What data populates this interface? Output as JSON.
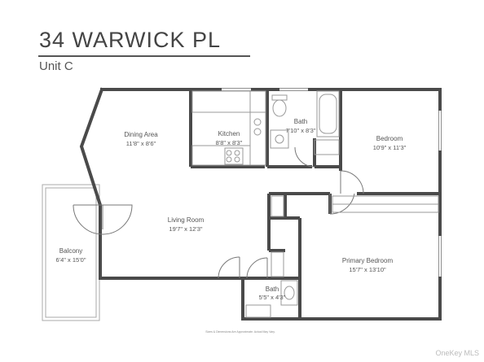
{
  "header": {
    "address": "34 WARWICK PL",
    "unit": "Unit C"
  },
  "rooms": {
    "dining": {
      "name": "Dining Area",
      "dims": "11'8\" x 8'6\""
    },
    "kitchen": {
      "name": "Kitchen",
      "dims": "8'8\" x 8'3\""
    },
    "bath_top": {
      "name": "Bath",
      "dims": "7'10\" x 8'3\""
    },
    "bedroom": {
      "name": "Bedroom",
      "dims": "10'9\" x 11'3\""
    },
    "living": {
      "name": "Living Room",
      "dims": "19'7\" x 12'3\""
    },
    "balcony": {
      "name": "Balcony",
      "dims": "6'4\" x 15'0\""
    },
    "primary": {
      "name": "Primary Bedroom",
      "dims": "15'7\" x 13'10\""
    },
    "bath_bottom": {
      "name": "Bath",
      "dims": "5'5\" x 4'3\""
    }
  },
  "note": "Sizes & Dimensions Are Approximate. Actual May Vary.",
  "watermark": "OneKey MLS",
  "colors": {
    "wall": "#4a4a4a",
    "fixture": "#9a9a9a",
    "text": "#555555"
  }
}
